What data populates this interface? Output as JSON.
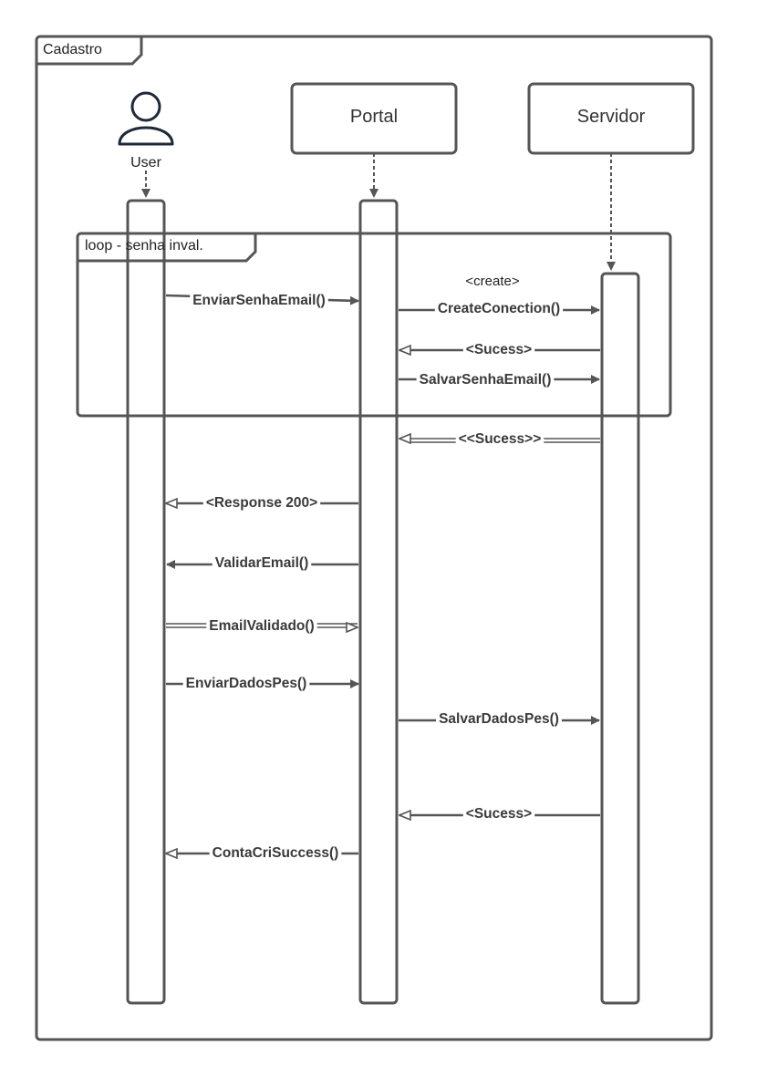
{
  "frame": {
    "title": "Cadastro"
  },
  "actor": {
    "label": "User"
  },
  "participants": [
    {
      "key": "portal",
      "label": "Portal"
    },
    {
      "key": "servidor",
      "label": "Servidor"
    }
  ],
  "loop": {
    "label": "loop - senha inval."
  },
  "stereotype": "<create>",
  "messages": [
    {
      "label": "EnviarSenhaEmail()"
    },
    {
      "label": "CreateConection()"
    },
    {
      "label": "<Sucess>"
    },
    {
      "label": "SalvarSenhaEmail()"
    },
    {
      "label": "<<Sucess>>"
    },
    {
      "label": "<Response 200>"
    },
    {
      "label": "ValidarEmail()"
    },
    {
      "label": "EmailValidado()"
    },
    {
      "label": "EnviarDadosPes()"
    },
    {
      "label": "SalvarDadosPes()"
    },
    {
      "label": "<Sucess>"
    },
    {
      "label": "ContaCriSuccess()"
    }
  ],
  "colors": {
    "stroke": "#555555",
    "text": "#333333",
    "actor": "#1f2937"
  }
}
